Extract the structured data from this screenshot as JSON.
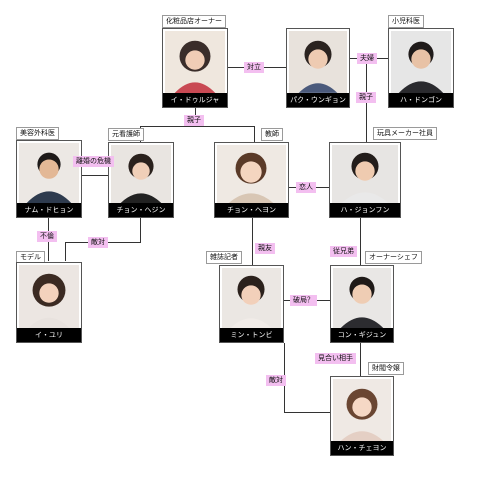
{
  "colors": {
    "relation_label_bg": "#f3bff0",
    "name_bar_bg": "#000000",
    "name_bar_text": "#ffffff",
    "connector": "#333333"
  },
  "people": [
    {
      "id": "doruja",
      "name": "イ・ドゥルジャ",
      "role": "化粧品店オーナー"
    },
    {
      "id": "unhyon",
      "name": "パク・ウンギョン",
      "role": ""
    },
    {
      "id": "dongon",
      "name": "ハ・ドンゴン",
      "role": "小児科医"
    },
    {
      "id": "dohyon",
      "name": "ナム・ドヒョン",
      "role": "美容外科医"
    },
    {
      "id": "hejin",
      "name": "チョン・ヘジン",
      "role": "元看護師"
    },
    {
      "id": "heyon",
      "name": "チョン・ヘヨン",
      "role": "教師"
    },
    {
      "id": "jonfan",
      "name": "ハ・ジョンフン",
      "role": "玩具メーカー社員"
    },
    {
      "id": "yuri",
      "name": "イ・ユリ",
      "role": "モデル"
    },
    {
      "id": "tonbi",
      "name": "ミン・トンビ",
      "role": "雑誌記者"
    },
    {
      "id": "gijon",
      "name": "コン・ギジュン",
      "role": "オーナーシェフ"
    },
    {
      "id": "chejon",
      "name": "ハン・チェヨン",
      "role": "財閥令嬢"
    }
  ],
  "relations": [
    {
      "id": "doruja-unhyon",
      "label": "対立"
    },
    {
      "id": "unhyon-dongon",
      "label": "夫婦"
    },
    {
      "id": "parents-jonfan",
      "label": "親子"
    },
    {
      "id": "doruja-daughters",
      "label": "親子"
    },
    {
      "id": "dohyon-hejin",
      "label": "離婚の危機"
    },
    {
      "id": "heyon-jonfan",
      "label": "恋人"
    },
    {
      "id": "dohyon-yuri",
      "label": "不倫"
    },
    {
      "id": "hejin-yuri",
      "label": "敵対"
    },
    {
      "id": "heyon-tonbi",
      "label": "親友"
    },
    {
      "id": "tonbi-gijon",
      "label": "破局？"
    },
    {
      "id": "jonfan-gijon",
      "label": "従兄弟"
    },
    {
      "id": "gijon-chejon",
      "label": "見合い相手"
    },
    {
      "id": "tonbi-chejon",
      "label": "敵対"
    }
  ]
}
